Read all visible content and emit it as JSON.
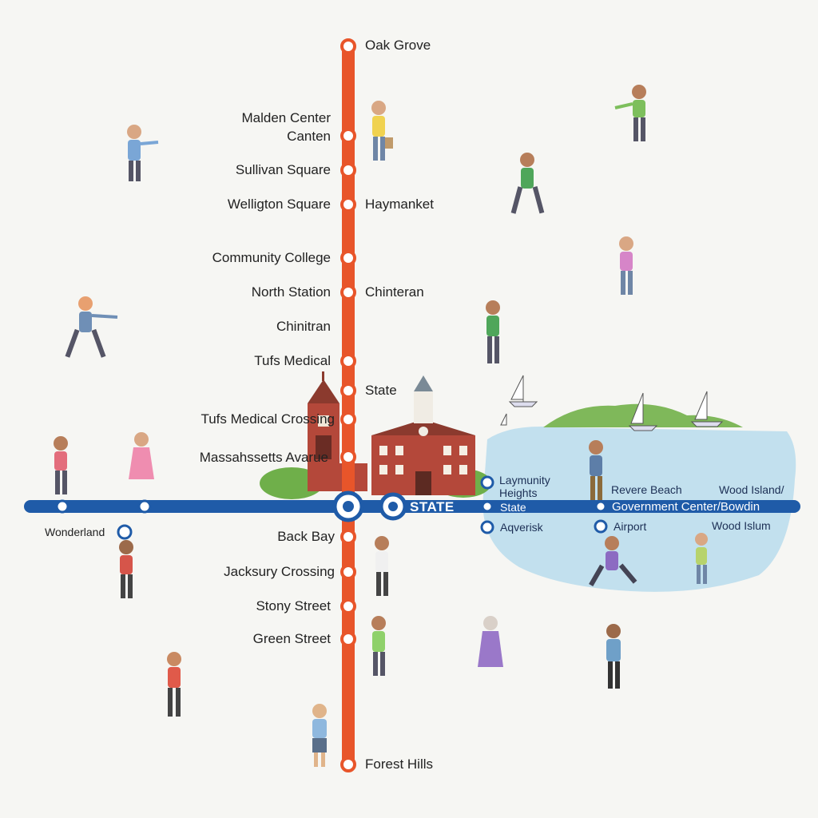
{
  "colors": {
    "orange_line": "#e8552a",
    "blue_line": "#1f5ba8",
    "water": "#b9dcec",
    "brick": "#b4483a",
    "trees": "#6faf4a",
    "background": "#f6f6f3"
  },
  "orange_line": {
    "left_labels": {
      "malden_center": "Malden Center",
      "canten": "Canten",
      "sullivan_square": "Sullivan Square",
      "wellington_square": "Welligton Square",
      "community_college": "Community College",
      "north_station": "North Station",
      "chinitran": "Chinitran",
      "tufs_medical": "Tufs Medical",
      "tufs_medical_crossing": "Tufs Medical Crossing",
      "massachusetts_avenue": "Massahssetts Avarue",
      "back_bay": "Back Bay",
      "jacksury_crossing": "Jacksury Crossing",
      "stony_street": "Stony Street",
      "green_street": "Green Street"
    },
    "right_labels": {
      "oak_grove": "Oak Grove",
      "haymarket": "Haymanket",
      "chinteran": "Chinteran",
      "state": "State",
      "forest_hills": "Forest Hills"
    }
  },
  "blue_line": {
    "state_big": "STATE",
    "wonderland": "Wonderland",
    "community_heights": "Laymunity\nHeights",
    "state_small": "State",
    "aqverisk": "Aqverisk",
    "revere_beach": "Revere Beach",
    "wood_island": "Wood Island/",
    "government_center": "Government Center/Bowdin",
    "airport": "Airport",
    "wood_islum": "Wood Islum"
  },
  "icons": [
    "church-steeple-icon",
    "brick-hall-icon",
    "sailboat-icon",
    "pedestrian-icon"
  ]
}
